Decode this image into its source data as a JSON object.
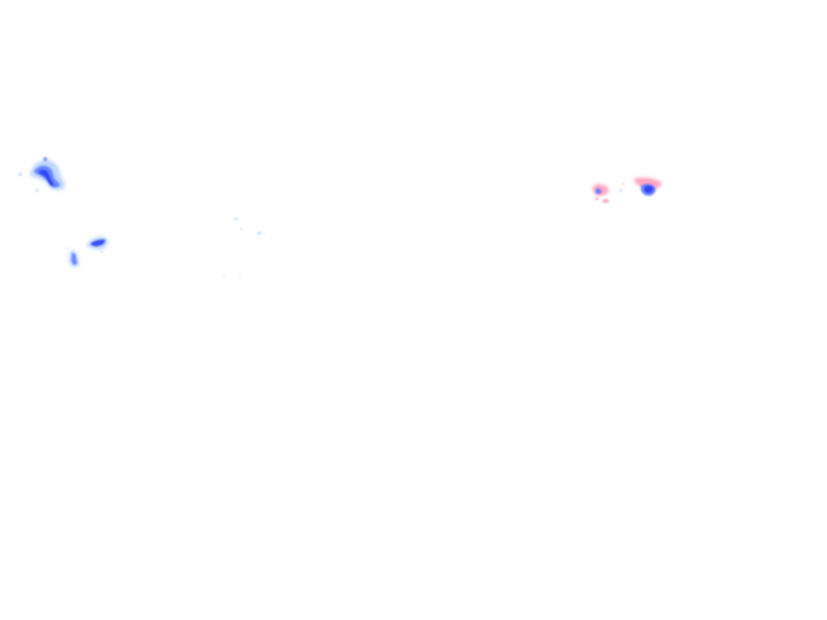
{
  "overlay": {
    "type": "radar-precipitation-overlay",
    "background_color": "#ffffff",
    "echo_colors": {
      "light_rain": "#a9c8ff",
      "moderate_rain": "#5a78ff",
      "heavy_rain": "#2a3df0",
      "mixed_precip": "#ff8fb0"
    },
    "cells": [
      {
        "id": "cell-west-1",
        "intensity": "heavy_rain"
      },
      {
        "id": "cell-west-2",
        "intensity": "moderate_rain"
      },
      {
        "id": "cell-west-3",
        "intensity": "moderate_rain"
      },
      {
        "id": "cell-center-scatter",
        "intensity": "light_rain"
      },
      {
        "id": "cell-east-1",
        "intensity": "heavy_rain"
      },
      {
        "id": "cell-east-2",
        "intensity": "mixed_precip"
      }
    ]
  }
}
